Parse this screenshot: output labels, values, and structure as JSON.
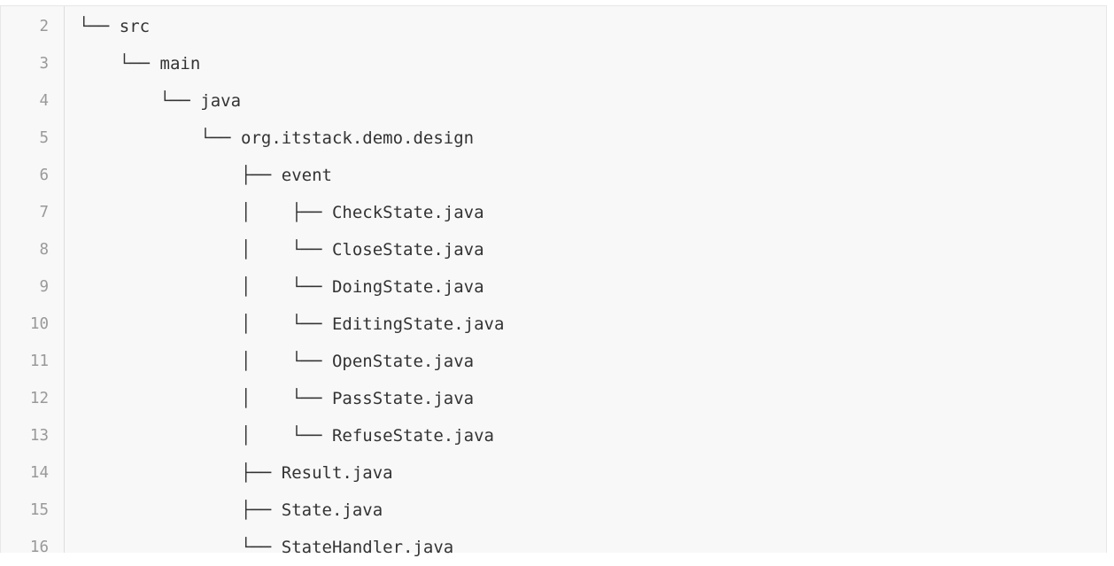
{
  "code_block": {
    "lines": [
      {
        "number": "2",
        "text": "└── src"
      },
      {
        "number": "3",
        "text": "    └── main"
      },
      {
        "number": "4",
        "text": "        └── java"
      },
      {
        "number": "5",
        "text": "            └── org.itstack.demo.design"
      },
      {
        "number": "6",
        "text": "                ├── event"
      },
      {
        "number": "7",
        "text": "                │    ├── CheckState.java"
      },
      {
        "number": "8",
        "text": "                │    └── CloseState.java"
      },
      {
        "number": "9",
        "text": "                │    └── DoingState.java"
      },
      {
        "number": "10",
        "text": "                │    └── EditingState.java"
      },
      {
        "number": "11",
        "text": "                │    └── OpenState.java"
      },
      {
        "number": "12",
        "text": "                │    └── PassState.java"
      },
      {
        "number": "13",
        "text": "                │    └── RefuseState.java"
      },
      {
        "number": "14",
        "text": "                ├── Result.java"
      },
      {
        "number": "15",
        "text": "                ├── State.java"
      },
      {
        "number": "16",
        "text": "                └── StateHandler.java"
      }
    ]
  }
}
